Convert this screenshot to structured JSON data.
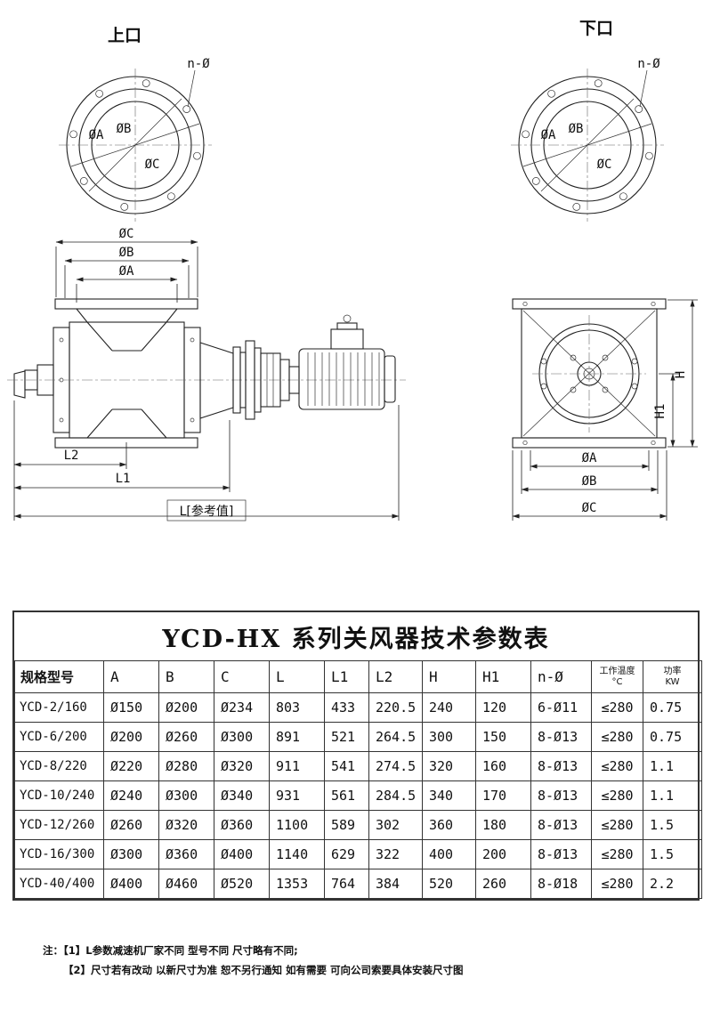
{
  "page": {
    "background": "#ffffff",
    "line_color": "#222222"
  },
  "drawings": {
    "top_port": {
      "title": "上口",
      "bolt_note": "n-Ø",
      "dia_a": "ØA",
      "dia_b": "ØB",
      "dia_c": "ØC"
    },
    "bottom_port": {
      "title": "下口",
      "bolt_note": "n-Ø",
      "dia_a": "ØA",
      "dia_b": "ØB",
      "dia_c": "ØC"
    },
    "side_view": {
      "dim_c": "ØC",
      "dim_b": "ØB",
      "dim_a": "ØA",
      "dim_l2": "L2",
      "dim_l1": "L1",
      "dim_l_ref": "L[参考值]"
    },
    "end_view": {
      "dim_h": "H",
      "dim_h1": "H1",
      "dim_a": "ØA",
      "dim_b": "ØB",
      "dim_c": "ØC"
    }
  },
  "table": {
    "title": "YCD-HX 系列关风器技术参数表",
    "headers": {
      "model": "规格型号",
      "a": "A",
      "b": "B",
      "c": "C",
      "l": "L",
      "l1": "L1",
      "l2": "L2",
      "h": "H",
      "h1": "H1",
      "n": "n-Ø",
      "temp_line1": "工作温度",
      "temp_line2": "°C",
      "power_line1": "功率",
      "power_line2": "KW"
    },
    "rows": [
      {
        "model": "YCD-2/160",
        "a": "Ø150",
        "b": "Ø200",
        "c": "Ø234",
        "l": "803",
        "l1": "433",
        "l2": "220.5",
        "h": "240",
        "h1": "120",
        "n": "6-Ø11",
        "temp": "≤280",
        "kw": "0.75"
      },
      {
        "model": "YCD-6/200",
        "a": "Ø200",
        "b": "Ø260",
        "c": "Ø300",
        "l": "891",
        "l1": "521",
        "l2": "264.5",
        "h": "300",
        "h1": "150",
        "n": "8-Ø13",
        "temp": "≤280",
        "kw": "0.75"
      },
      {
        "model": "YCD-8/220",
        "a": "Ø220",
        "b": "Ø280",
        "c": "Ø320",
        "l": "911",
        "l1": "541",
        "l2": "274.5",
        "h": "320",
        "h1": "160",
        "n": "8-Ø13",
        "temp": "≤280",
        "kw": "1.1"
      },
      {
        "model": "YCD-10/240",
        "a": "Ø240",
        "b": "Ø300",
        "c": "Ø340",
        "l": "931",
        "l1": "561",
        "l2": "284.5",
        "h": "340",
        "h1": "170",
        "n": "8-Ø13",
        "temp": "≤280",
        "kw": "1.1"
      },
      {
        "model": "YCD-12/260",
        "a": "Ø260",
        "b": "Ø320",
        "c": "Ø360",
        "l": "1100",
        "l1": "589",
        "l2": "302",
        "h": "360",
        "h1": "180",
        "n": "8-Ø13",
        "temp": "≤280",
        "kw": "1.5"
      },
      {
        "model": "YCD-16/300",
        "a": "Ø300",
        "b": "Ø360",
        "c": "Ø400",
        "l": "1140",
        "l1": "629",
        "l2": "322",
        "h": "400",
        "h1": "200",
        "n": "8-Ø13",
        "temp": "≤280",
        "kw": "1.5"
      },
      {
        "model": "YCD-40/400",
        "a": "Ø400",
        "b": "Ø460",
        "c": "Ø520",
        "l": "1353",
        "l1": "764",
        "l2": "384",
        "h": "520",
        "h1": "260",
        "n": "8-Ø18",
        "temp": "≤280",
        "kw": "2.2"
      }
    ]
  },
  "notes": {
    "prefix": "注：",
    "note1": "【1】L参数减速机厂家不同 型号不同 尺寸略有不同;",
    "note2": "【2】尺寸若有改动 以新尺寸为准 恕不另行通知 如有需要 可向公司索要具体安装尺寸图"
  }
}
